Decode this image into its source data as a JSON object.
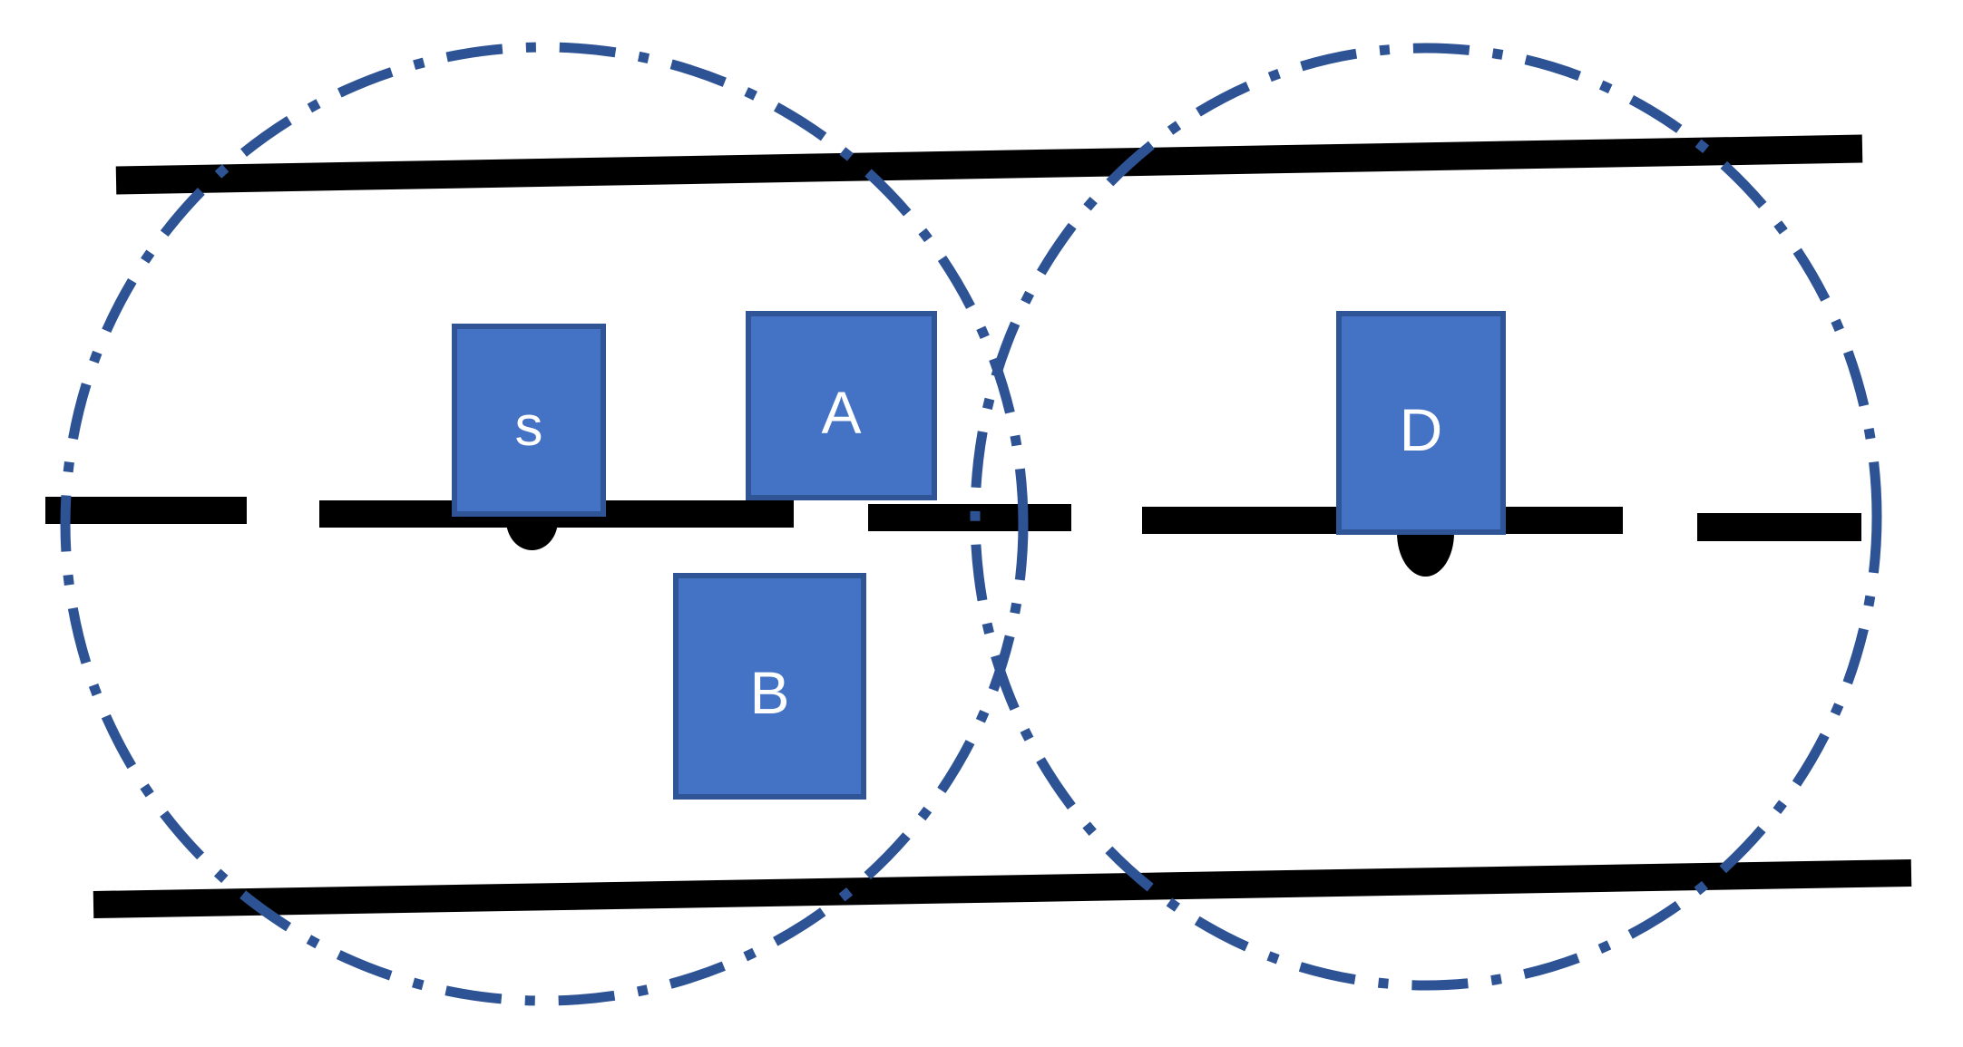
{
  "diagram": {
    "background": "#FFFFFF",
    "colors": {
      "background": "#FFFFFF",
      "node_fill": "#4472C4",
      "node_border": "#2F5597",
      "range_stroke": "#2E5395",
      "road_color": "#000000",
      "label_color": "#FFFFFF"
    },
    "nodes": {
      "s": {
        "label": "s"
      },
      "a": {
        "label": "A"
      },
      "b": {
        "label": "B"
      },
      "d": {
        "label": "D"
      }
    },
    "elements": {
      "node_labels": [
        "s",
        "A",
        "B",
        "D"
      ],
      "range_circle_count": 2,
      "road_line_count": 2,
      "lane_divider_dash_count": 5,
      "ground_marker_count": 2,
      "ground_markers_under": [
        "s",
        "D"
      ]
    }
  }
}
